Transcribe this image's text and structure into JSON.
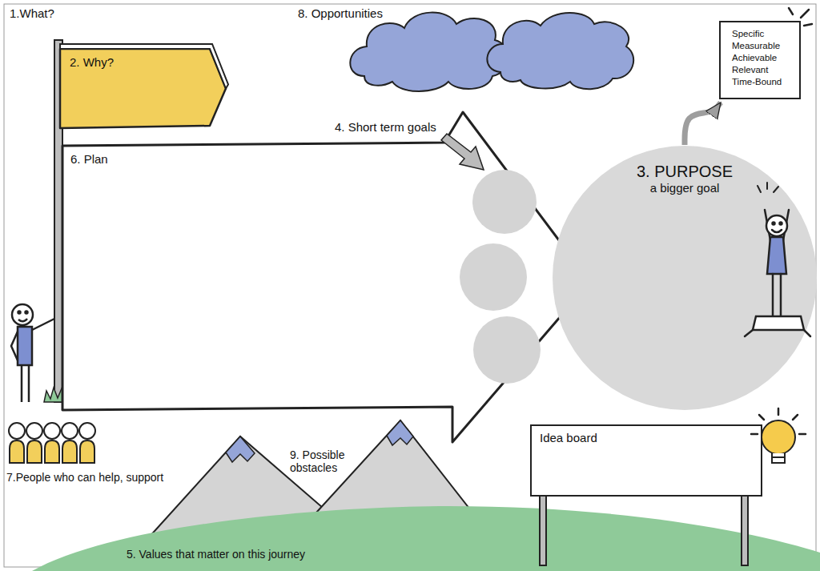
{
  "diagram": {
    "nodes": [
      {
        "text": [
          "2. Why?"
        ]
      },
      {
        "text": [
          "Specific",
          "Measurable",
          "Achievable",
          "Relevant",
          "Time-Bound"
        ]
      },
      {
        "text": [
          "6. Plan"
        ]
      },
      {
        "text": [
          "3. PURPOSE",
          "a bigger goal"
        ]
      },
      {
        "text": [
          "Idea board"
        ]
      }
    ],
    "edges": [
      {
        "from": 3,
        "to": 1,
        "arrow": "to"
      }
    ],
    "labels": [
      "1.What?",
      "8. Opportunities",
      "4. Short term goals",
      "7.People who can help, support",
      "9. Possible obstacles",
      "5. Values that matter on this journey"
    ]
  }
}
